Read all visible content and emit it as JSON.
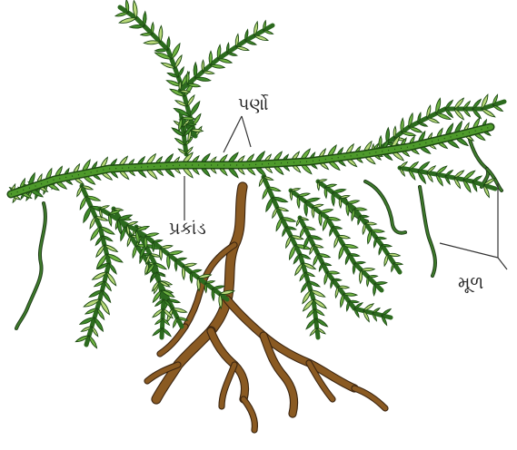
{
  "labels": {
    "leaves": "પર્ણો",
    "stem": "પ્રકાંડ",
    "roots": "મૂળ"
  },
  "colors": {
    "stem": "#4e9a2b",
    "stem_outline": "#1e4a12",
    "leaf_dark": "#3f8a2a",
    "leaf_mid": "#6fb342",
    "leaf_light": "#b9d97a",
    "root_brown": "#8a5a22",
    "root_outline": "#3b2510",
    "adventitious_root": "#3f7d2c",
    "leader": "#333333"
  }
}
